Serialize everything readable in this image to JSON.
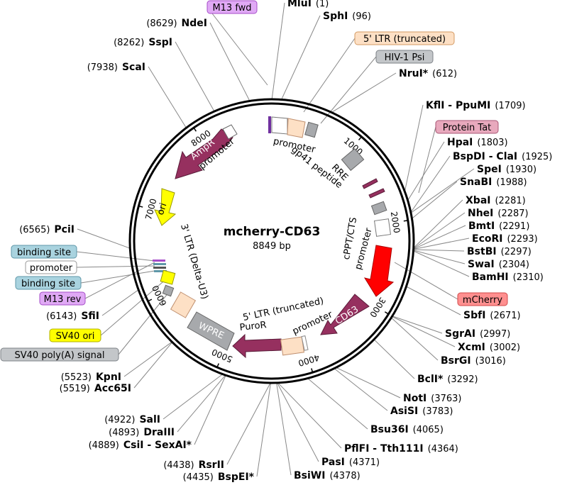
{
  "plasmid": {
    "name": "mcherry-CD63",
    "length_label": "8849 bp",
    "total_bp": 8849
  },
  "ticks": [
    {
      "bp": 1000,
      "label": "1000"
    },
    {
      "bp": 2000,
      "label": "2000"
    },
    {
      "bp": 3000,
      "label": "3000"
    },
    {
      "bp": 4000,
      "label": "4000"
    },
    {
      "bp": 5000,
      "label": "5000"
    },
    {
      "bp": 6000,
      "label": "6000"
    },
    {
      "bp": 7000,
      "label": "7000"
    },
    {
      "bp": 8000,
      "label": "8000"
    }
  ],
  "sites_right": [
    {
      "name": "MluI",
      "pos": "(1)",
      "bp": 1
    },
    {
      "name": "SphI",
      "pos": "(96)",
      "bp": 96
    },
    {
      "name": "NruI*",
      "pos": "(612)",
      "bp": 612
    },
    {
      "name": "KflI - PpuMI",
      "pos": "(1709)",
      "bp": 1709
    },
    {
      "name": "HpaI",
      "pos": "(1803)",
      "bp": 1803
    },
    {
      "name": "BspDI - ClaI",
      "pos": "(1925)",
      "bp": 1925
    },
    {
      "name": "SpeI",
      "pos": "(1930)",
      "bp": 1930
    },
    {
      "name": "SnaBI",
      "pos": "(1988)",
      "bp": 1988
    },
    {
      "name": "XbaI",
      "pos": "(2281)",
      "bp": 2281
    },
    {
      "name": "NheI",
      "pos": "(2287)",
      "bp": 2287
    },
    {
      "name": "BmtI",
      "pos": "(2291)",
      "bp": 2291
    },
    {
      "name": "EcoRI",
      "pos": "(2293)",
      "bp": 2293
    },
    {
      "name": "BstBI",
      "pos": "(2297)",
      "bp": 2297
    },
    {
      "name": "SwaI",
      "pos": "(2304)",
      "bp": 2304
    },
    {
      "name": "BamHI",
      "pos": "(2310)",
      "bp": 2310
    },
    {
      "name": "SbfI",
      "pos": "(2671)",
      "bp": 2671
    },
    {
      "name": "SgrAI",
      "pos": "(2997)",
      "bp": 2997
    },
    {
      "name": "XcmI",
      "pos": "(3002)",
      "bp": 3002
    },
    {
      "name": "BsrGI",
      "pos": "(3016)",
      "bp": 3016
    },
    {
      "name": "BclI*",
      "pos": "(3292)",
      "bp": 3292
    },
    {
      "name": "NotI",
      "pos": "(3763)",
      "bp": 3763
    },
    {
      "name": "AsiSI",
      "pos": "(3783)",
      "bp": 3783
    },
    {
      "name": "Bsu36I",
      "pos": "(4065)",
      "bp": 4065
    },
    {
      "name": "PflFI - Tth111I",
      "pos": "(4364)",
      "bp": 4364
    },
    {
      "name": "PasI",
      "pos": "(4371)",
      "bp": 4371
    },
    {
      "name": "BsiWI",
      "pos": "(4378)",
      "bp": 4378
    }
  ],
  "sites_left": [
    {
      "name": "NdeI",
      "pos": "(8629)",
      "bp": 8629
    },
    {
      "name": "SspI",
      "pos": "(8262)",
      "bp": 8262
    },
    {
      "name": "ScaI",
      "pos": "(7938)",
      "bp": 7938
    },
    {
      "name": "PciI",
      "pos": "(6565)",
      "bp": 6565
    },
    {
      "name": "SfiI",
      "pos": "(6143)",
      "bp": 6143
    },
    {
      "name": "KpnI",
      "pos": "(5523)",
      "bp": 5523
    },
    {
      "name": "Acc65I",
      "pos": "(5519)",
      "bp": 5519
    },
    {
      "name": "SalI",
      "pos": "(4922)",
      "bp": 4922
    },
    {
      "name": "DraIII",
      "pos": "(4893)",
      "bp": 4893
    },
    {
      "name": "CsiI - SexAI*",
      "pos": "(4889)",
      "bp": 4889
    },
    {
      "name": "RsrII",
      "pos": "(4438)",
      "bp": 4438
    },
    {
      "name": "BspEI*",
      "pos": "(4435)",
      "bp": 4435
    }
  ],
  "feature_boxes": [
    {
      "label": "M13 fwd",
      "color": "#e0a9f5",
      "border": "#a64dc9"
    },
    {
      "label": "5' LTR (truncated)",
      "color": "#fde0c5",
      "border": "#d49a62"
    },
    {
      "label": "HIV-1 Psi",
      "color": "#c3c6c9",
      "border": "#7d8287"
    },
    {
      "label": "Protein Tat",
      "color": "#e8a9bd",
      "border": "#a85775"
    },
    {
      "label": "mCherry",
      "color": "#ff8f8f",
      "border": "#d04a4a"
    },
    {
      "label": "binding site",
      "color": "#a9d3df",
      "border": "#5e97a8"
    },
    {
      "label": "promoter",
      "color": "#ffffff",
      "border": "#999999"
    },
    {
      "label": "binding site",
      "color": "#a9d3df",
      "border": "#5e97a8"
    },
    {
      "label": "M13 rev",
      "color": "#e0a9f5",
      "border": "#a64dc9"
    },
    {
      "label": "SV40 ori",
      "color": "#ffff00",
      "border": "#b3b300"
    },
    {
      "label": "SV40 poly(A) signal",
      "color": "#c3c6c9",
      "border": "#7d8287"
    }
  ],
  "inner_labels": {
    "amp_r": "AmpR",
    "ori": "ori",
    "cd63": "CD63",
    "wpre": "WPRE",
    "promoter_amp": "promoter",
    "promoter_top": "promoter",
    "rre": "RRE",
    "gp41": "gp41 peptide",
    "cppt": "cPPT/CTS",
    "promoter_right": "promoter",
    "ltr3": "3' LTR (Delta-U3)",
    "ltr5_trunc": "5' LTR (truncated)",
    "promoter_bottom": "promoter",
    "puror": "PuroR"
  },
  "colors": {
    "magenta_feature": "#96305f",
    "yellow_feature": "#ffff00",
    "red_feature": "#ff0000",
    "grey_feature": "#a7a9ac",
    "peach_feature": "#fde0c5"
  }
}
